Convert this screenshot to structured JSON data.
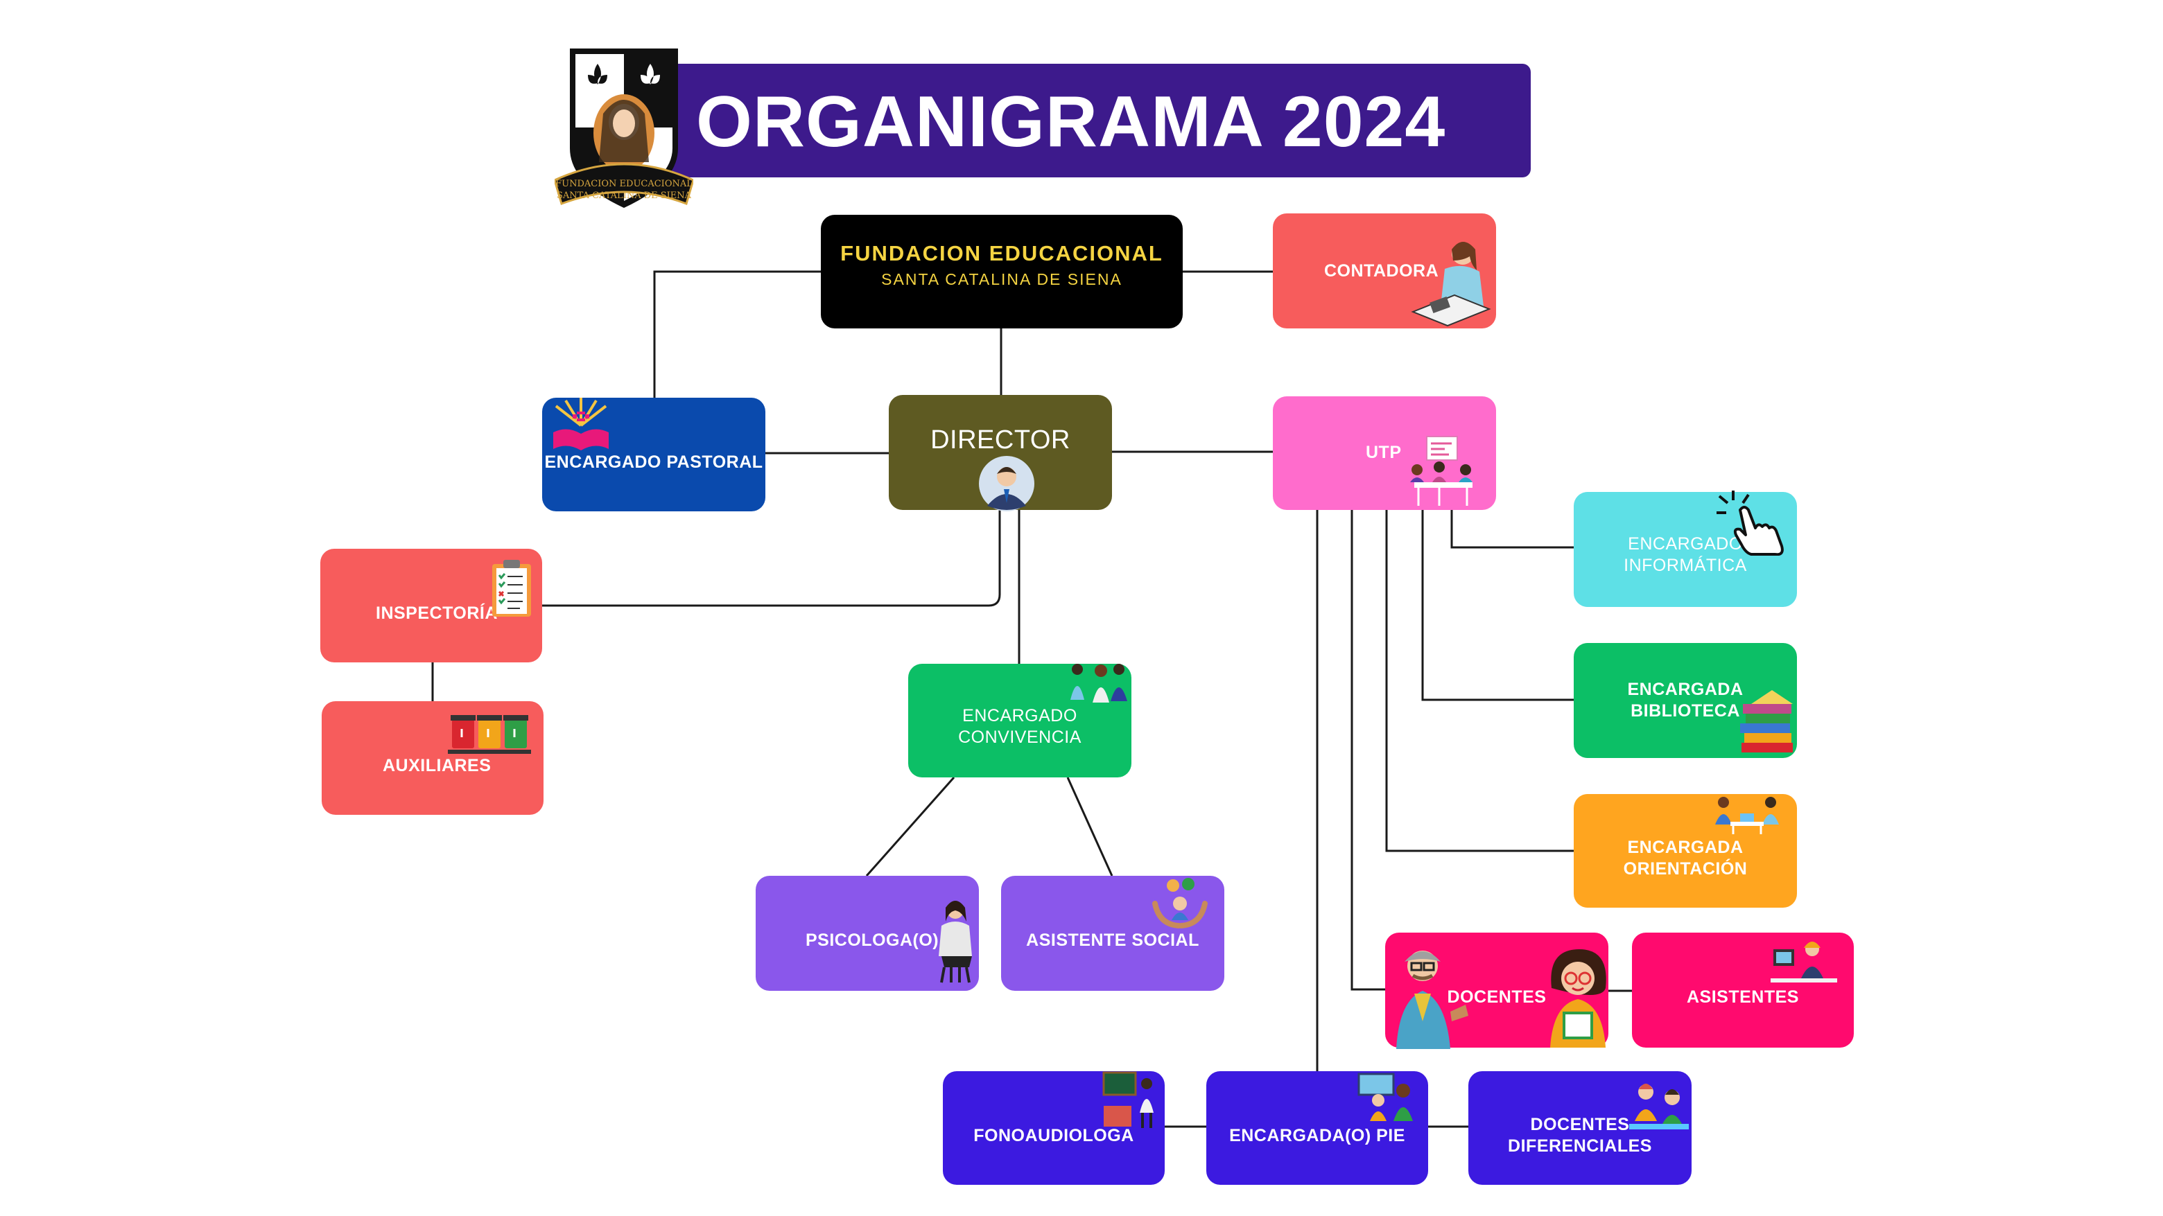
{
  "title": "ORGANIGRAMA 2024",
  "logo_text": {
    "line1": "FUNDACION EDUCACIONAL",
    "line2": "SANTA CATALINA DE SIENA"
  },
  "fundacion": {
    "line1": "FUNDACION EDUCACIONAL",
    "line2": "SANTA CATALINA DE SIENA"
  },
  "nodes": {
    "contadora": "CONTADORA",
    "pastoral": "ENCARGADO PASTORAL",
    "director": "DIRECTOR",
    "utp": "UTP",
    "informatica": [
      "ENCARGADO",
      "INFORMÁTICA"
    ],
    "inspectoria": "INSPECTORÍA",
    "auxiliares": "AUXILIARES",
    "convivencia": [
      "ENCARGADO",
      "CONVIVENCIA"
    ],
    "biblioteca": [
      "ENCARGADA",
      "BIBLIOTECA"
    ],
    "orientacion": [
      "ENCARGADA",
      "ORIENTACIÓN"
    ],
    "psicologa": "PSICOLOGA(O)",
    "asistente_social": "ASISTENTE SOCIAL",
    "docentes": "DOCENTES",
    "asistentes": "ASISTENTES",
    "fonoaudiologa": "FONOAUDIOLOGA",
    "pie": "ENCARGADA(O) PIE",
    "diferenciales": [
      "DOCENTES",
      "DIFERENCIALES"
    ]
  },
  "colors": {
    "title_bar": "#3d1a8c",
    "fundacion": "#000000",
    "fundacion_text": "#f5d442",
    "contadora": "#f75c5c",
    "pastoral": "#0a4aad",
    "director": "#5e5a22",
    "utp": "#ff6ccc",
    "informatica": "#5ee0e6",
    "inspectoria": "#f75c5c",
    "auxiliares": "#f75c5c",
    "convivencia": "#0cbf66",
    "biblioteca": "#0cbf66",
    "orientacion": "#ffa51f",
    "psicologa": "#8a57eb",
    "asistente_social": "#8a57eb",
    "docentes": "#ff0a6e",
    "asistentes": "#ff0a6e",
    "pie_group": "#3c1ae0",
    "connector": "#1a1a1a"
  },
  "icons": [
    "logo-crest-icon",
    "accountant-icon",
    "bible-icon",
    "director-avatar-icon",
    "meeting-icon",
    "pointer-hand-icon",
    "clipboard-icon",
    "recycle-bins-icon",
    "family-icon",
    "books-icon",
    "counselor-icon",
    "psychologist-icon",
    "hands-care-icon",
    "teacher-man-icon",
    "teacher-woman-icon",
    "assistant-icon",
    "blackboard-teacher-icon",
    "special-ed-icon",
    "students-icon"
  ]
}
